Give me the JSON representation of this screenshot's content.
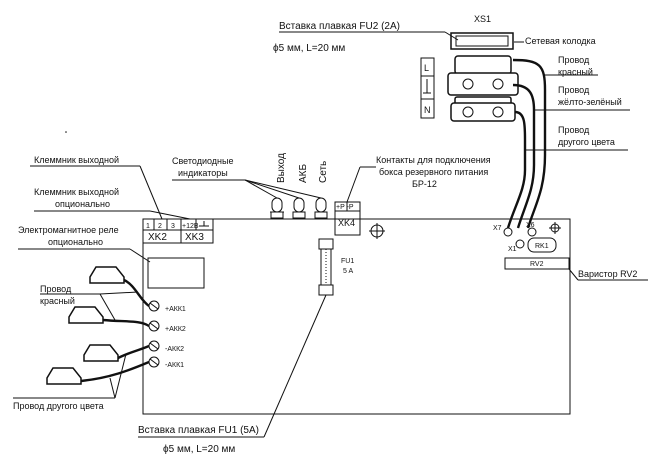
{
  "labels": {
    "fu2": "Вставка плавкая FU2 (2A)",
    "fu2_dims": "ϕ5 мм, L=20 мм",
    "xs1": "XS1",
    "socket": "Сетевая колодка",
    "wire_red_top_1": "Провод",
    "wire_red_top_2": "красный",
    "wire_yg_1": "Провод",
    "wire_yg_2": "жёлто-зелёный",
    "wire_other_top_1": "Провод",
    "wire_other_top_2": "другого цвета",
    "l_letter": "L",
    "n_letter": "N",
    "out_term": "Клеммник выходной",
    "out_term_opt_1": "Клеммник выходной",
    "out_term_opt_2": "опционально",
    "relay_1": "Электромагнитное реле",
    "relay_2": "опционально",
    "wire_red_left_1": "Провод",
    "wire_red_left_2": "красный",
    "wire_other_left": "Провод другого цвета",
    "led_1": "Светодиодные",
    "led_2": "индикаторы",
    "led_out": "Выход",
    "led_akb": "АКБ",
    "led_net": "Сеть",
    "bp_1": "Контакты для подключения",
    "bp_2": "бокса резервного питания",
    "bp_3": "БР-12",
    "xk4": "XK4",
    "xk4_pins": "+P -P",
    "xk2": "XK2",
    "xk3": "XK3",
    "pin1": "1",
    "pin2": "2",
    "pin3": "3",
    "pin12v": "+12B",
    "fu1": "FU1",
    "fu1_rating": "5 A",
    "x7": "X7",
    "x6": "X6",
    "x1": "X1",
    "rk1": "RK1",
    "rv2": "RV2",
    "varistor": "Варистор RV2",
    "akk1_plus": "+АКК1",
    "akk2_plus": "+АКК2",
    "akk2_minus": "-АКК2",
    "akk1_minus": "-АКК1",
    "fu1_callout": "Вставка плавкая FU1 (5A)",
    "fu1_dims": "ϕ5 мм, L=20 мм"
  },
  "colors": {
    "ink": "#111111",
    "paper": "#ffffff"
  },
  "icons": [
    "ground-icon",
    "crosshair-icon",
    "mount-hole-icon",
    "arrow-down-icon"
  ]
}
